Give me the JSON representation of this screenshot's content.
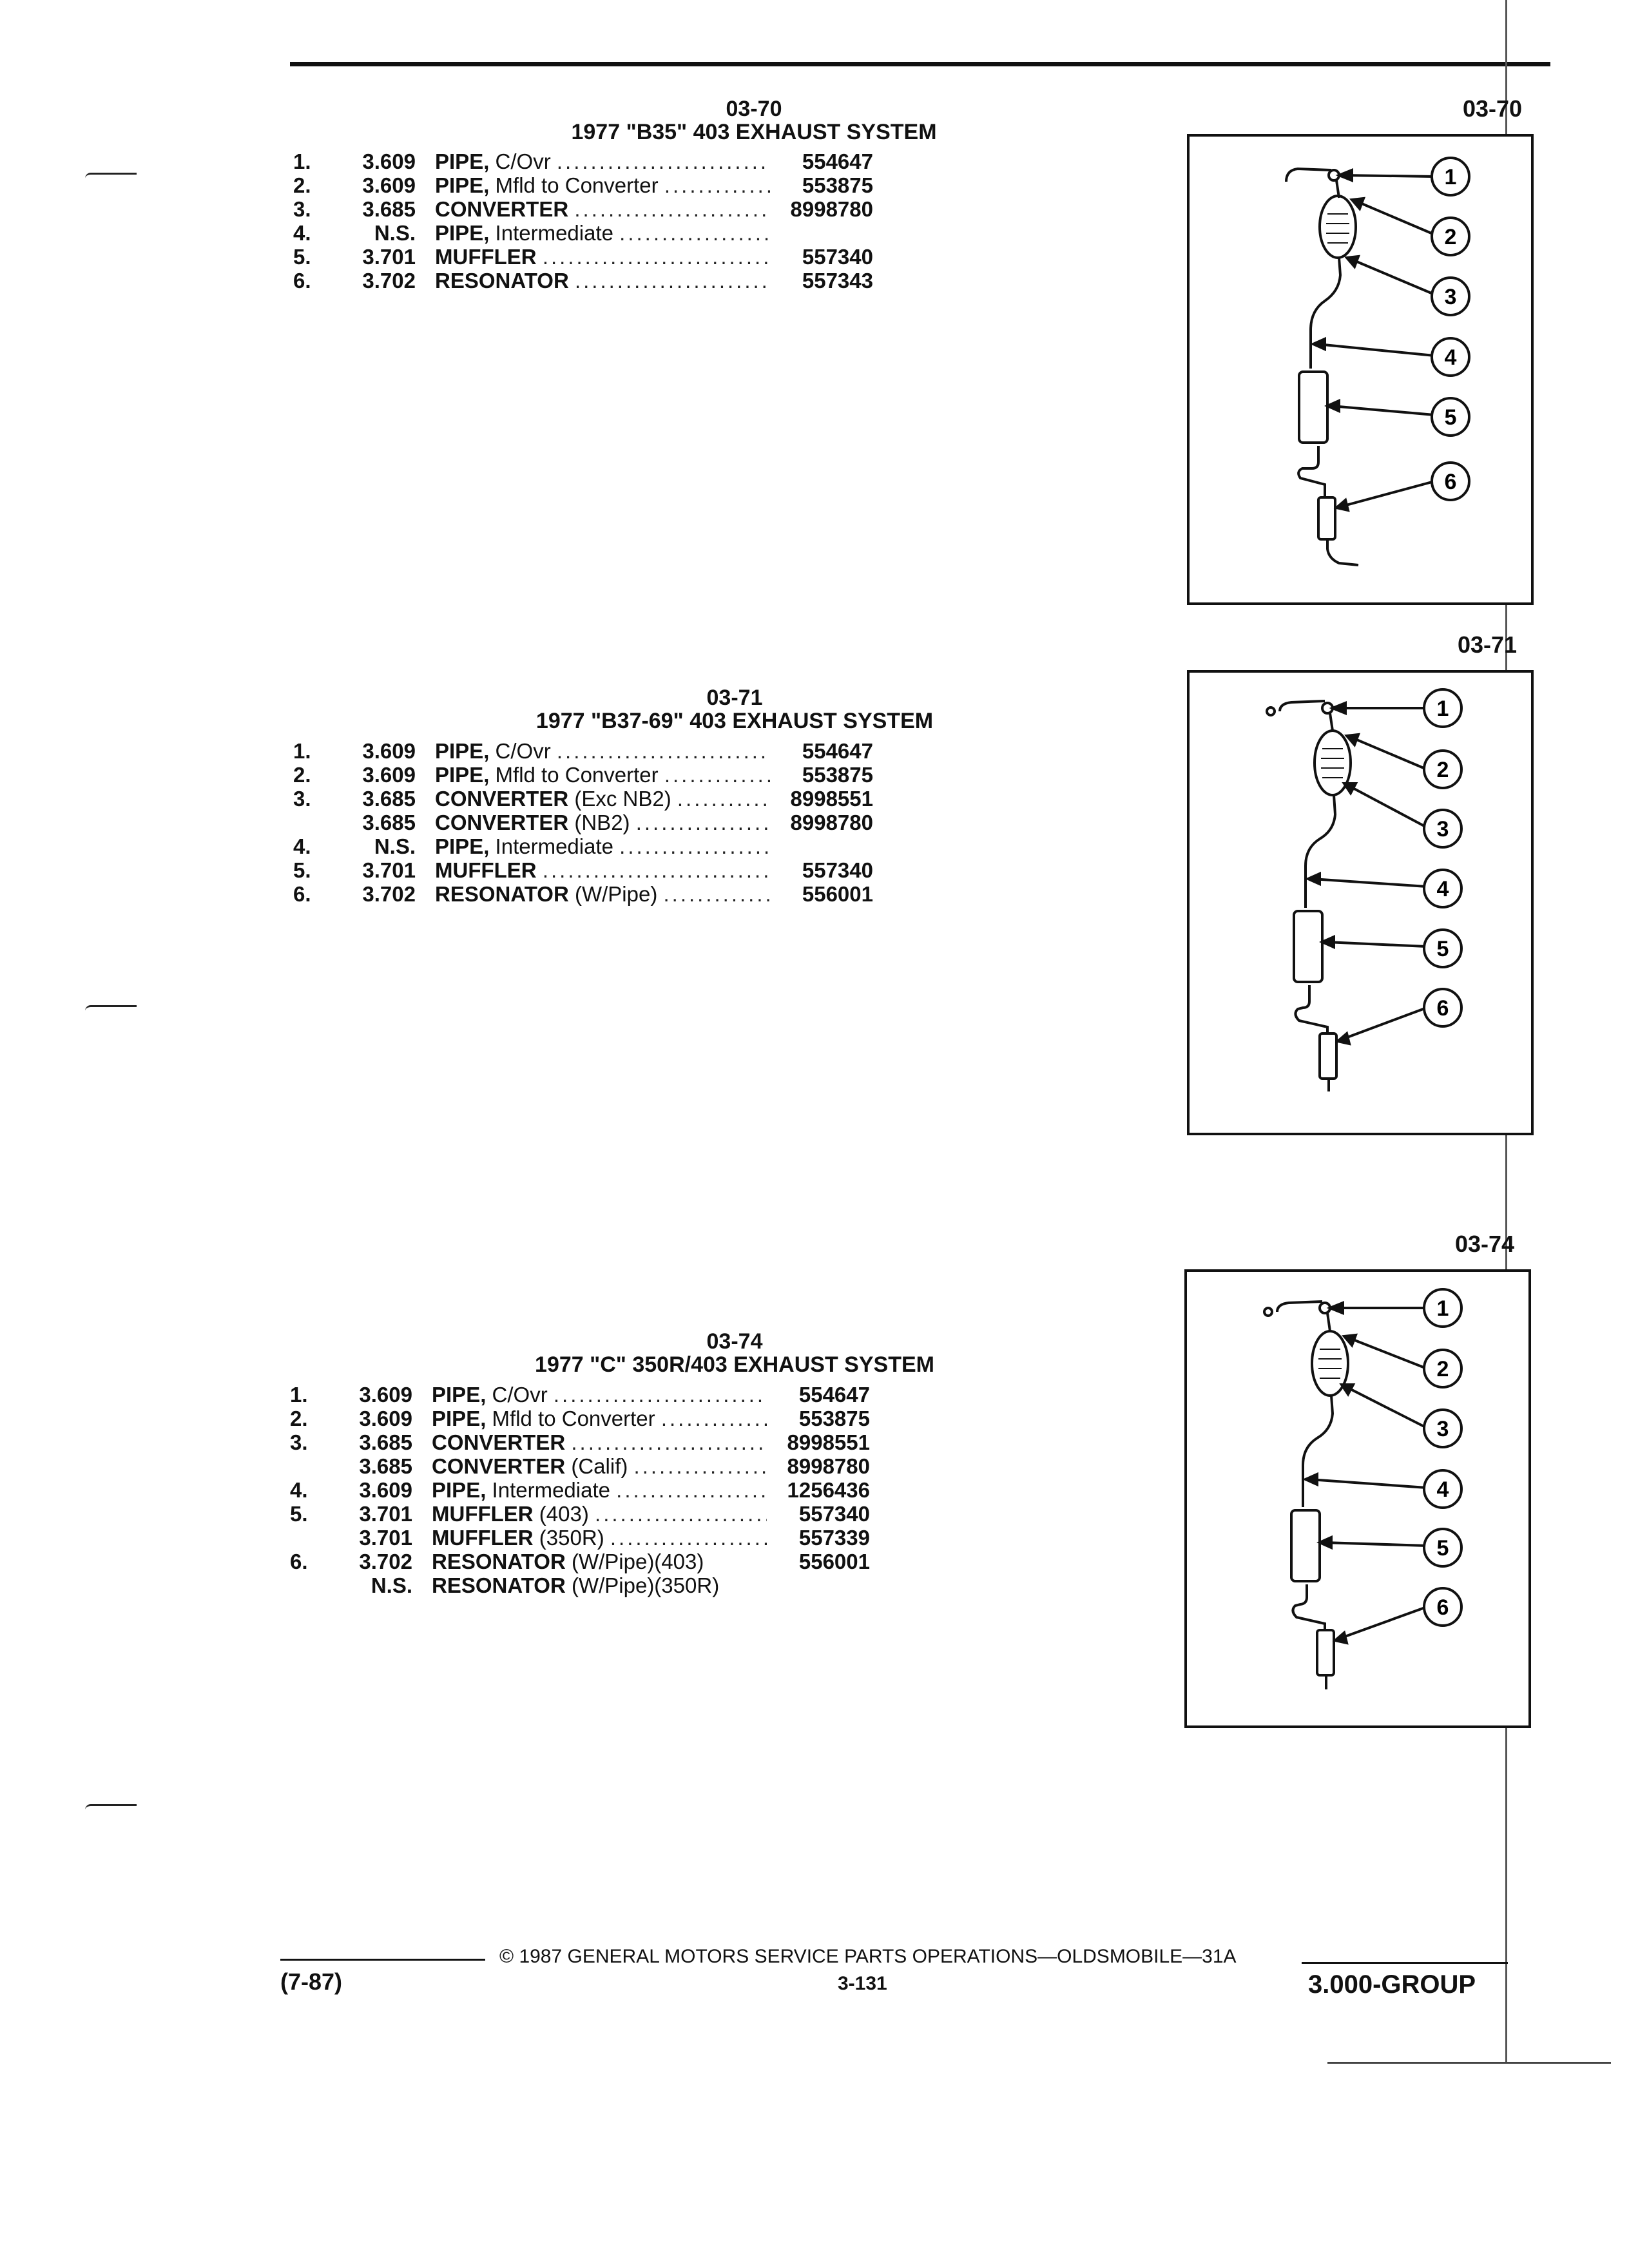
{
  "sections": [
    {
      "code": "03-70",
      "title": "1977 \"B35\" 403 EXHAUST SYSTEM",
      "items": [
        {
          "num": "1.",
          "code": "3.609",
          "bold": "PIPE,",
          "rest": " C/Ovr",
          "part": "554647"
        },
        {
          "num": "2.",
          "code": "3.609",
          "bold": "PIPE,",
          "rest": " Mfld to Converter",
          "part": "553875"
        },
        {
          "num": "3.",
          "code": "3.685",
          "bold": "CONVERTER",
          "rest": "",
          "part": "8998780"
        },
        {
          "num": "4.",
          "code": "N.S.",
          "bold": "PIPE,",
          "rest": " Intermediate",
          "part": ""
        },
        {
          "num": "5.",
          "code": "3.701",
          "bold": "MUFFLER",
          "rest": "",
          "part": "557340"
        },
        {
          "num": "6.",
          "code": "3.702",
          "bold": "RESONATOR",
          "rest": "",
          "part": "557343"
        }
      ]
    },
    {
      "code": "03-71",
      "title": "1977 \"B37-69\" 403 EXHAUST SYSTEM",
      "items": [
        {
          "num": "1.",
          "code": "3.609",
          "bold": "PIPE,",
          "rest": " C/Ovr",
          "part": "554647"
        },
        {
          "num": "2.",
          "code": "3.609",
          "bold": "PIPE,",
          "rest": " Mfld to Converter",
          "part": "553875"
        },
        {
          "num": "3.",
          "code": "3.685",
          "bold": "CONVERTER",
          "rest": " (Exc NB2)",
          "part": "8998551"
        },
        {
          "num": "",
          "code": "3.685",
          "bold": "CONVERTER",
          "rest": " (NB2)",
          "part": "8998780"
        },
        {
          "num": "4.",
          "code": "N.S.",
          "bold": "PIPE,",
          "rest": " Intermediate",
          "part": ""
        },
        {
          "num": "5.",
          "code": "3.701",
          "bold": "MUFFLER",
          "rest": "",
          "part": "557340"
        },
        {
          "num": "6.",
          "code": "3.702",
          "bold": "RESONATOR",
          "rest": " (W/Pipe)",
          "part": "556001"
        }
      ]
    },
    {
      "code": "03-74",
      "title": "1977 \"C\" 350R/403 EXHAUST SYSTEM",
      "items": [
        {
          "num": "1.",
          "code": "3.609",
          "bold": "PIPE,",
          "rest": " C/Ovr",
          "part": "554647"
        },
        {
          "num": "2.",
          "code": "3.609",
          "bold": "PIPE,",
          "rest": " Mfld to Converter",
          "part": "553875"
        },
        {
          "num": "3.",
          "code": "3.685",
          "bold": "CONVERTER",
          "rest": "",
          "part": "8998551"
        },
        {
          "num": "",
          "code": "3.685",
          "bold": "CONVERTER",
          "rest": " (Calif)",
          "part": "8998780"
        },
        {
          "num": "4.",
          "code": "3.609",
          "bold": "PIPE,",
          "rest": " Intermediate",
          "part": "1256436"
        },
        {
          "num": "5.",
          "code": "3.701",
          "bold": "MUFFLER",
          "rest": " (403)",
          "part": "557340"
        },
        {
          "num": "",
          "code": "3.701",
          "bold": "MUFFLER",
          "rest": " (350R)",
          "part": "557339"
        },
        {
          "num": "6.",
          "code": "3.702",
          "bold": "RESONATOR",
          "rest": " (W/Pipe)(403)",
          "part": "556001"
        },
        {
          "num": "",
          "code": "N.S.",
          "bold": "RESONATOR",
          "rest": " (W/Pipe)(350R)",
          "part": ""
        }
      ]
    }
  ],
  "figures": [
    {
      "label": "03-70",
      "callouts": [
        "1",
        "2",
        "3",
        "4",
        "5",
        "6"
      ]
    },
    {
      "label": "03-71",
      "callouts": [
        "1",
        "2",
        "3",
        "4",
        "5",
        "6"
      ]
    },
    {
      "label": "03-74",
      "callouts": [
        "1",
        "2",
        "3",
        "4",
        "5",
        "6"
      ]
    }
  ],
  "footer": {
    "copyright": "© 1987 GENERAL MOTORS SERVICE PARTS OPERATIONS—OLDSMOBILE—31A",
    "date": "(7-87)",
    "page": "3-131",
    "group": "3.000-GROUP"
  }
}
